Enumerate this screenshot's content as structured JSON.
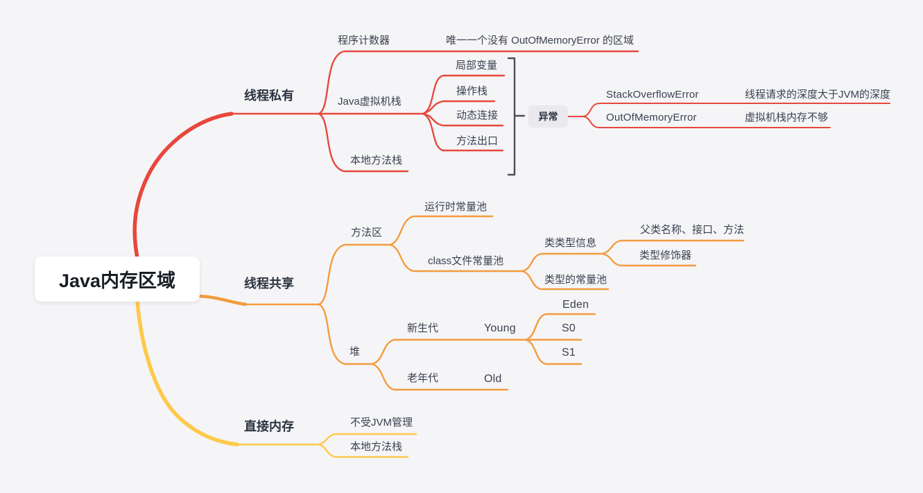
{
  "colors": {
    "background": "#f5f5f7",
    "branch_red": "#e8473c",
    "branch_orange": "#f49b3e",
    "branch_yellow": "#fec94b",
    "bracket": "#4d4d56",
    "text": "#39414f",
    "root_bg": "#ffffff",
    "summary_bg": "#e9e9ee"
  },
  "tree": {
    "root": {
      "label": "Java内存区域"
    },
    "branches": [
      {
        "label": "线程私有",
        "children": [
          {
            "label": "程序计数器",
            "note": "唯一一个没有 OutOfMemoryError 的区域"
          },
          {
            "label": "Java虚拟机栈",
            "children": [
              {
                "label": "局部变量"
              },
              {
                "label": "操作栈"
              },
              {
                "label": "动态连接"
              },
              {
                "label": "方法出口"
              }
            ],
            "summary": {
              "label": "异常",
              "children": [
                {
                  "label": "StackOverflowError",
                  "note": "线程请求的深度大于JVM的深度"
                },
                {
                  "label": "OutOfMemoryError",
                  "note": "虚拟机栈内存不够"
                }
              ]
            }
          },
          {
            "label": "本地方法栈"
          }
        ]
      },
      {
        "label": "线程共享",
        "children": [
          {
            "label": "方法区",
            "children": [
              {
                "label": "运行时常量池"
              },
              {
                "label": "class文件常量池",
                "children": [
                  {
                    "label": "类类型信息",
                    "children": [
                      {
                        "label": "父类名称、接口、方法"
                      },
                      {
                        "label": "类型修饰器"
                      }
                    ]
                  },
                  {
                    "label": "类型的常量池"
                  }
                ]
              }
            ]
          },
          {
            "label": "堆",
            "children": [
              {
                "label": "新生代",
                "en": "Young",
                "children": [
                  {
                    "label": "Eden"
                  },
                  {
                    "label": "S0"
                  },
                  {
                    "label": "S1"
                  }
                ]
              },
              {
                "label": "老年代",
                "en": "Old"
              }
            ]
          }
        ]
      },
      {
        "label": "直接内存",
        "children": [
          {
            "label": "不受JVM管理"
          },
          {
            "label": "本地方法栈"
          }
        ]
      }
    ]
  }
}
